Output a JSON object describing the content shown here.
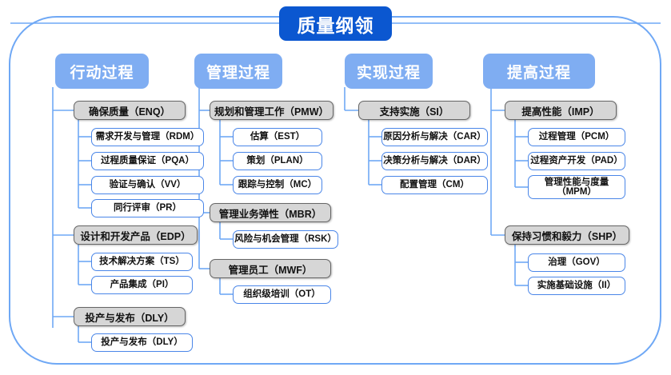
{
  "title": "质量纲领",
  "colors": {
    "title_bg": "#0b57d0",
    "header_bg": "#7fadf2",
    "parent_bg": "#d6d6d6",
    "parent_border": "#666666",
    "child_border": "#4a86e8",
    "frame_border": "#6fa8f5",
    "wire": "#6fa8f5",
    "text": "#111111",
    "header_text": "#ffffff"
  },
  "columns": [
    {
      "header": "行动过程",
      "groups": [
        {
          "parent": "确保质量（ENQ）",
          "children": [
            "需求开发与管理（RDM）",
            "过程质量保证（PQA）",
            "验证与确认（VV）",
            "同行评审（PR）"
          ]
        },
        {
          "parent": "设计和开发产品（EDP）",
          "children": [
            "技术解决方案（TS）",
            "产品集成（PI）"
          ]
        },
        {
          "parent": "投产与发布（DLY）",
          "children": [
            "投产与发布（DLY）"
          ]
        }
      ]
    },
    {
      "header": "管理过程",
      "groups": [
        {
          "parent": "规划和管理工作（PMW）",
          "children": [
            "估算（EST）",
            "策划（PLAN）",
            "跟踪与控制（MC）"
          ]
        },
        {
          "parent": "管理业务弹性（MBR）",
          "children": [
            "风险与机会管理（RSK）"
          ]
        },
        {
          "parent": "管理员工（MWF）",
          "children": [
            "组织级培训（OT）"
          ]
        }
      ]
    },
    {
      "header": "实现过程",
      "groups": [
        {
          "parent": "支持实施（SI）",
          "children": [
            "原因分析与解决（CAR）",
            "决策分析与解决（DAR）",
            "配置管理（CM）"
          ]
        }
      ]
    },
    {
      "header": "提高过程",
      "groups": [
        {
          "parent": "提高性能（IMP）",
          "children": [
            "过程管理（PCM）",
            "过程资产开发（PAD）",
            "管理性能与度量（MPM）"
          ]
        },
        {
          "parent": "保持习惯和毅力（SHP）",
          "children": [
            "治理（GOV）",
            "实施基础设施（II）"
          ]
        }
      ]
    }
  ]
}
